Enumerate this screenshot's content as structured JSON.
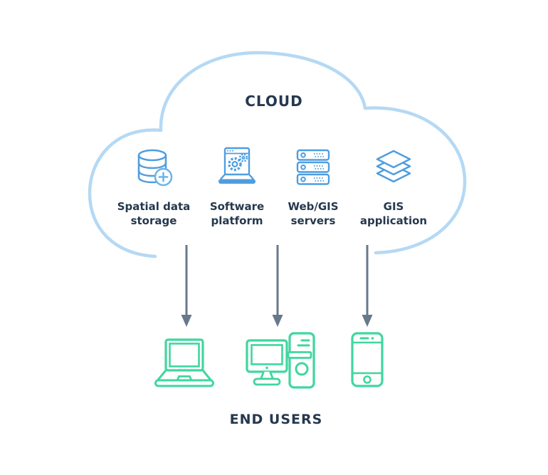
{
  "diagram": {
    "cloud": {
      "label": "CLOUD",
      "components": [
        {
          "label": "Spatial data storage",
          "icon": "database-plus-icon"
        },
        {
          "label": "Software platform",
          "icon": "browser-gears-icon"
        },
        {
          "label": "Web/GIS servers",
          "icon": "server-stack-icon"
        },
        {
          "label": "GIS application",
          "icon": "layers-icon"
        }
      ]
    },
    "arrows": {
      "count": 3,
      "direction": "down"
    },
    "end_users": {
      "label": "END USERS",
      "devices": [
        {
          "name": "laptop",
          "icon": "laptop-icon"
        },
        {
          "name": "desktop computer",
          "icon": "desktop-computer-icon"
        },
        {
          "name": "smartphone",
          "icon": "smartphone-icon"
        }
      ]
    },
    "colors": {
      "cloud_outline": "#b5d9f4",
      "component_icon_blue": "#4f9de0",
      "device_icon_green": "#40d6a0",
      "arrow_gray": "#67788b",
      "text_navy": "#25384e",
      "background": "#ffffff"
    }
  }
}
